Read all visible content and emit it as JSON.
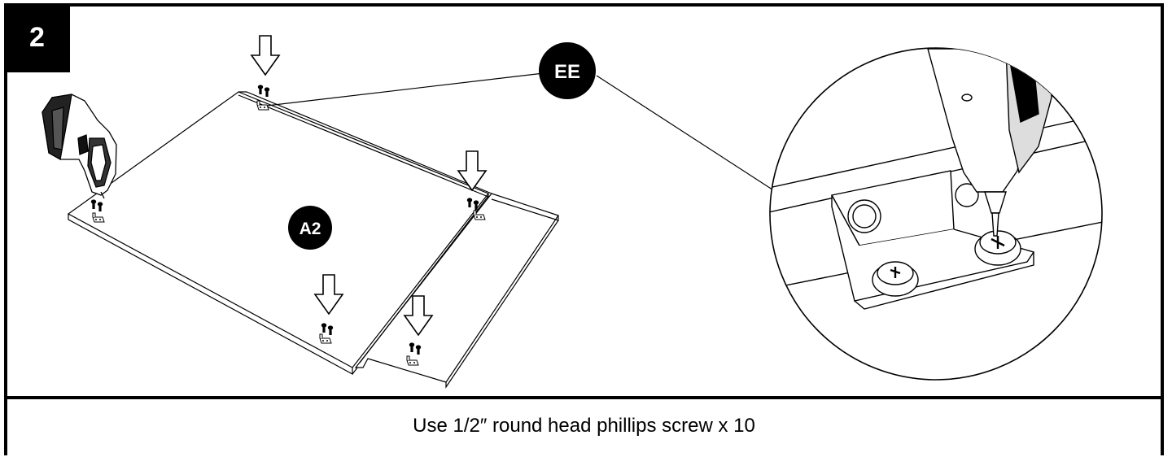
{
  "step": {
    "number": "2"
  },
  "callouts": {
    "panel": "A2",
    "hardware": "EE"
  },
  "caption": {
    "text": "Use 1/2″ round head phillips screw x 10"
  },
  "icons": [
    "drill-icon",
    "down-arrow-icon",
    "screw-icon",
    "bracket-icon",
    "magnified-detail-icon"
  ]
}
